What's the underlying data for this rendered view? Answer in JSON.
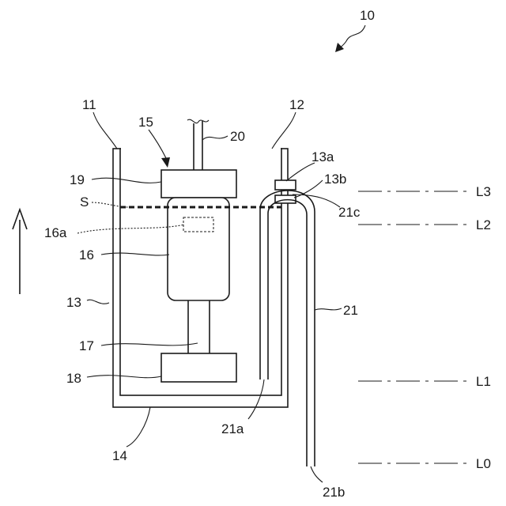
{
  "labels": {
    "device": "10",
    "tank_outer_wall": "11",
    "tank_wall_right": "12",
    "tank_inner": "13",
    "opening": "13a",
    "opening_seal": "13b",
    "bottom": "14",
    "pump_unit": "15",
    "motor": "16",
    "sensor": "16a",
    "shaft": "17",
    "base": "18",
    "head": "19",
    "cable": "20",
    "tube": "21",
    "tube_inner_end": "21a",
    "tube_outer_end": "21b",
    "tube_bend": "21c",
    "surface": "S",
    "level_3": "L3",
    "level_2": "L2",
    "level_1": "L1",
    "level_0": "L0"
  }
}
